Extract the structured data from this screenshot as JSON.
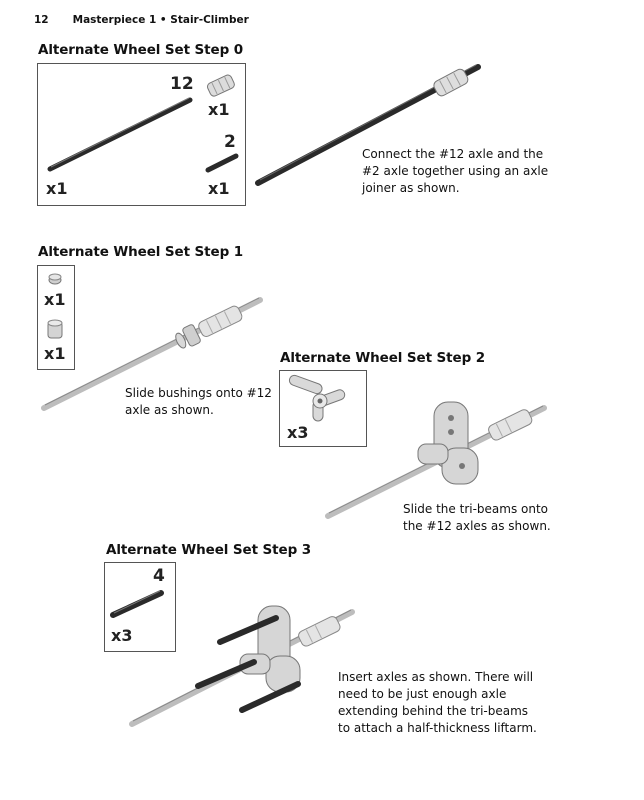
{
  "header": {
    "page_number": "12",
    "title": "Masterpiece 1 • Stair-Climber"
  },
  "step0": {
    "title": "Alternate Wheel Set Step 0",
    "parts": {
      "axle12_len": "12",
      "axle12_qty": "x1",
      "joiner_qty": "x1",
      "axle2_len": "2",
      "axle2_qty": "x1"
    },
    "text": "Connect the #12 axle and the #2 axle together using an axle joiner as shown."
  },
  "step1": {
    "title": "Alternate Wheel Set Step 1",
    "parts": {
      "bushing_qty": "x1",
      "half_bushing_qty": "x1"
    },
    "text": "Slide bushings onto #12 axle as shown."
  },
  "step2": {
    "title": "Alternate Wheel Set Step 2",
    "parts": {
      "tribeam_qty": "x3"
    },
    "text": "Slide the tri-beams onto the #12 axles as shown."
  },
  "step3": {
    "title": "Alternate Wheel Set Step 3",
    "parts": {
      "axle4_len": "4",
      "axle4_qty": "x3"
    },
    "text": "Insert axles as shown. There will need to be just enough axle extending behind the tri-beams to attach a half-thickness liftarm."
  }
}
